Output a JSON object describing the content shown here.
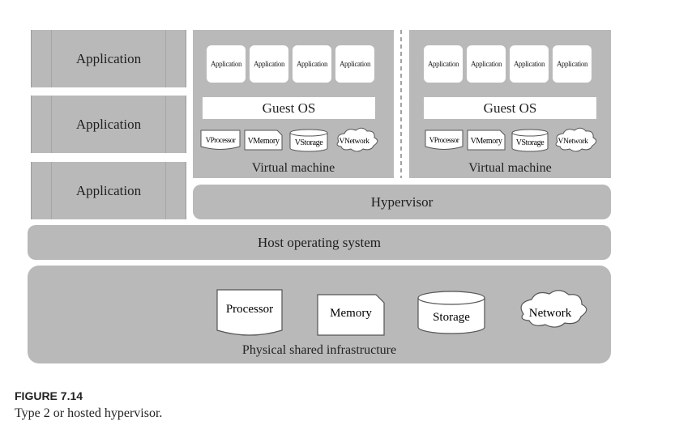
{
  "applications_side": [
    "Application",
    "Application",
    "Application"
  ],
  "vm_left": {
    "apps": [
      "Application",
      "Application",
      "Application",
      "Application"
    ],
    "guest_os": "Guest OS",
    "resources": [
      "VProcessor",
      "VMemory",
      "VStorage",
      "VNetwork"
    ],
    "title": "Virtual machine"
  },
  "vm_right": {
    "apps": [
      "Application",
      "Application",
      "Application",
      "Application"
    ],
    "guest_os": "Guest OS",
    "resources": [
      "VProcessor",
      "VMemory",
      "VStorage",
      "VNetwork"
    ],
    "title": "Virtual machine"
  },
  "hypervisor": "Hypervisor",
  "host_os": "Host operating system",
  "infrastructure": {
    "resources": [
      "Processor",
      "Memory",
      "Storage",
      "Network"
    ],
    "title": "Physical shared infrastructure"
  },
  "caption": {
    "number": "FIGURE 7.14",
    "text": "Type 2 or hosted hypervisor."
  }
}
